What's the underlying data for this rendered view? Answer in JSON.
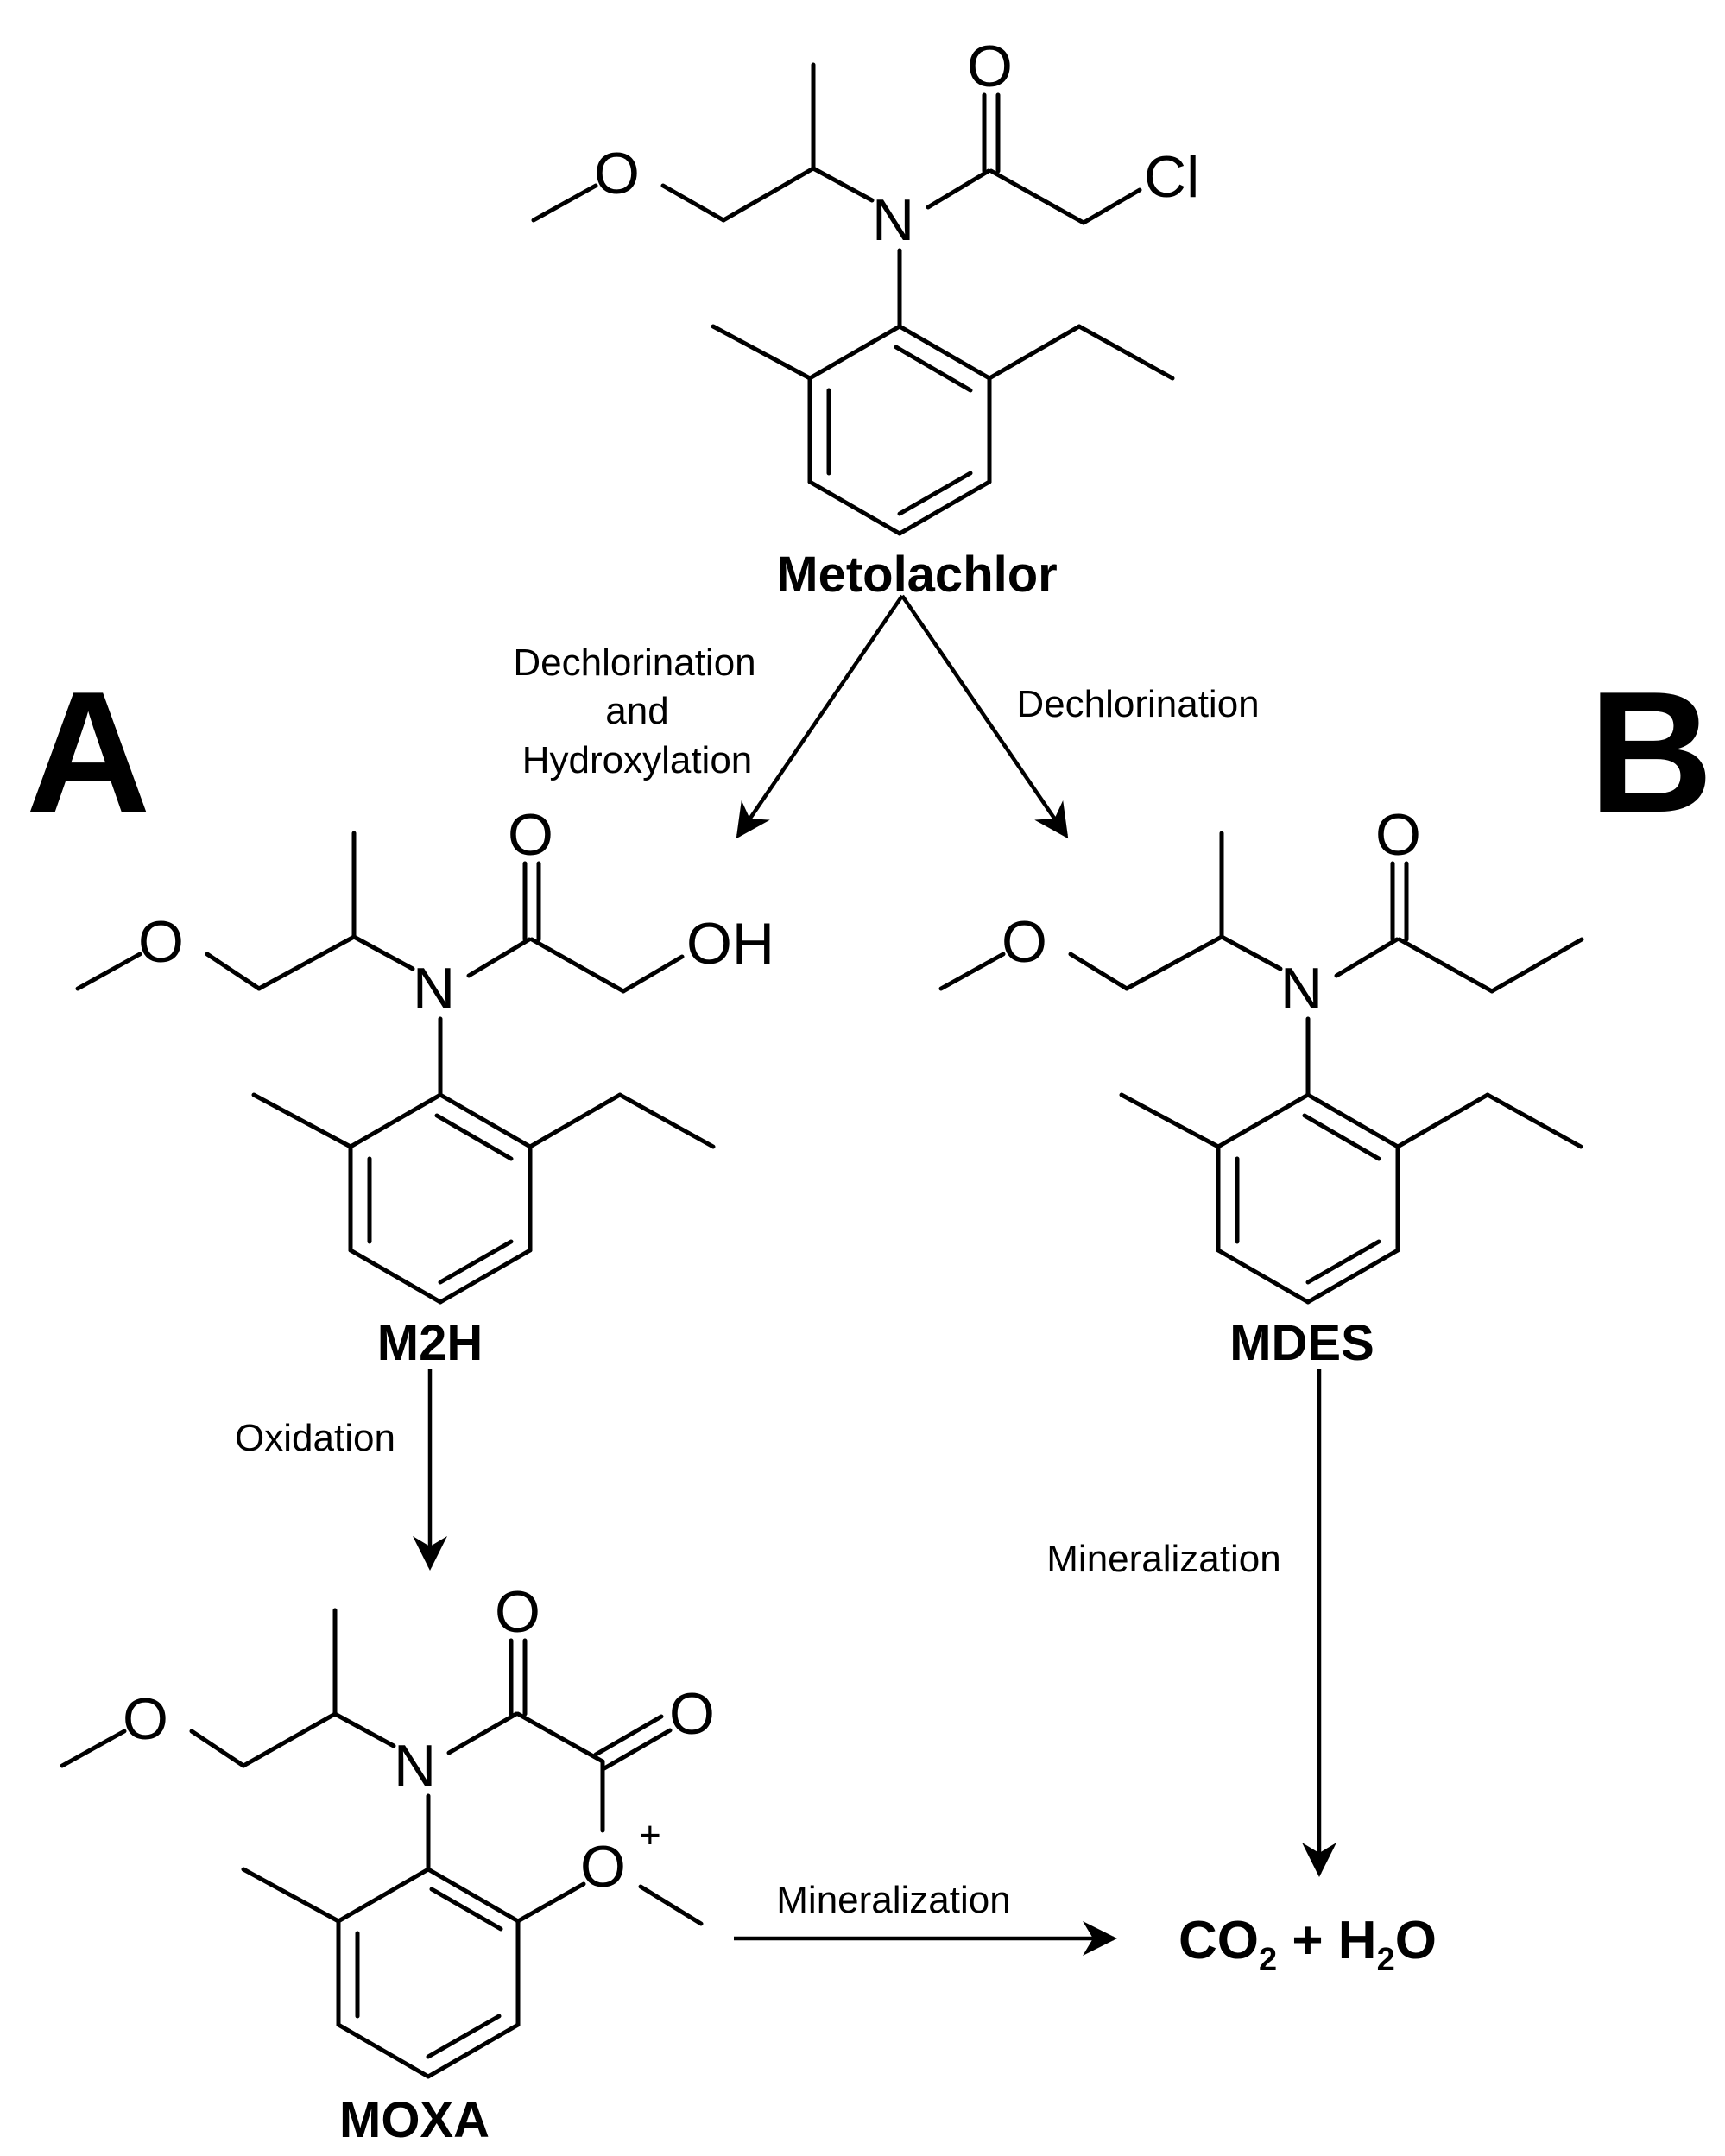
{
  "panels": {
    "a": "A",
    "b": "B"
  },
  "compounds": {
    "metolachlor": "Metolachlor",
    "m2h": "M2H",
    "mdes": "MDES",
    "moxa": "MOXA"
  },
  "steps": {
    "left_line1": "Dechlorination",
    "left_line2": "and",
    "left_line3": "Hydroxylation",
    "right": "Dechlorination",
    "oxidation": "Oxidation",
    "mineralization_right": "Mineralization",
    "mineralization_bottom": "Mineralization"
  },
  "atoms": {
    "oxygen": "O",
    "nitrogen": "N",
    "chlorine": "Cl",
    "hydroxyl": "OH",
    "plus": "+"
  },
  "products": {
    "co": "CO",
    "co_sub": "2",
    "plus": " + H",
    "h_sub": "2",
    "o": "O"
  }
}
